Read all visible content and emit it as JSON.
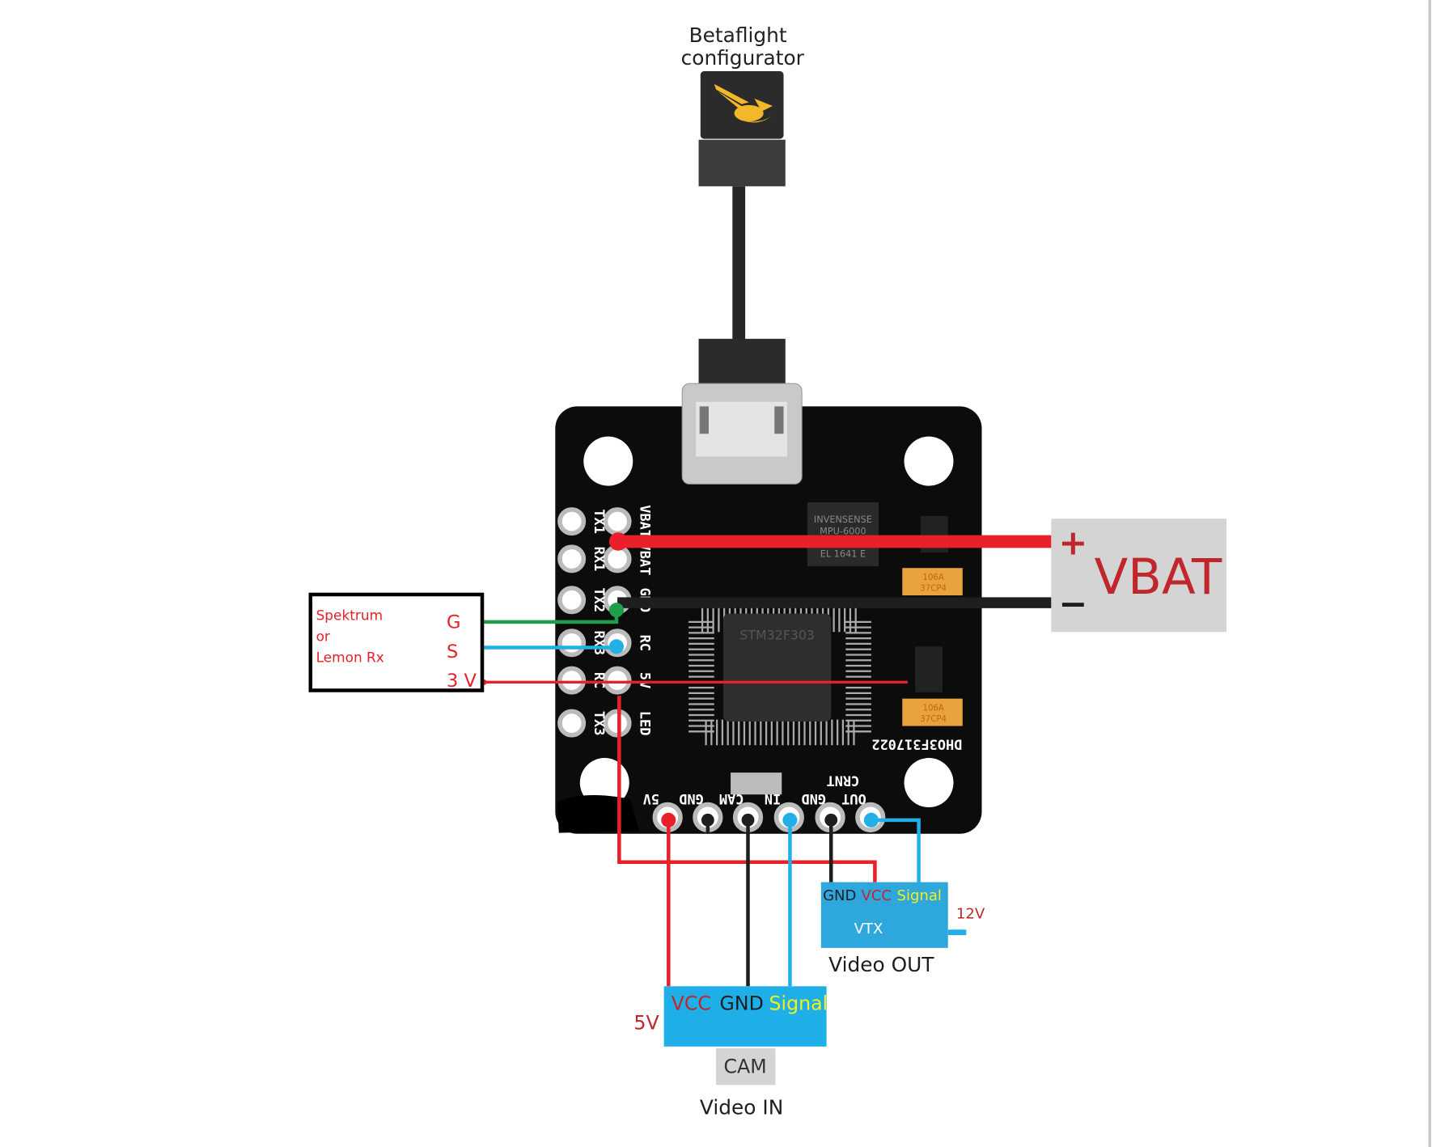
{
  "configurator": {
    "title_line1": "Betaflight",
    "title_line2": "configurator",
    "logo_icon": "bee-logo-icon"
  },
  "battery": {
    "label": "VBAT",
    "plus": "+",
    "minus": "−"
  },
  "receiver": {
    "name_line1": "Spektrum",
    "name_line2": "or",
    "name_line3": "Lemon Rx",
    "pin_g": "G",
    "pin_s": "S",
    "pin_3v": "3 V"
  },
  "board": {
    "left_outer_labels": [
      "TX1",
      "RX1",
      "TX2",
      "RX3",
      "RC",
      "TX3"
    ],
    "left_inner_labels": [
      "VBAT",
      "VBAT",
      "GND",
      "RC",
      "5V",
      "LED"
    ],
    "bottom_labels": [
      "5V",
      "GND",
      "CAM",
      "IN",
      "GND",
      "OUT"
    ],
    "imu_text": [
      "INVENSENSE",
      "MPU-6000",
      "EL 1641 E"
    ],
    "mcu_text": "STM32F303",
    "cap_text": [
      "106A",
      "37CP4"
    ],
    "serial_text": "DHO3F317022",
    "crnt_label": "CRNT"
  },
  "vtx": {
    "pin_gnd": "GND",
    "pin_vcc": "VCC",
    "pin_signal": "Signal",
    "name": "VTX",
    "voltage": "12V",
    "caption": "Video OUT"
  },
  "camera": {
    "pin_vcc": "VCC",
    "pin_gnd": "GND",
    "pin_signal": "Signal",
    "voltage": "5V",
    "name": "CAM",
    "caption": "Video IN"
  },
  "colors": {
    "wire_red": "#e8202a",
    "wire_black": "#1e1e1e",
    "wire_green": "#1e9e48",
    "wire_blue": "#22aee6",
    "vtx_box": "#2ea8dc",
    "cam_box": "#1eaee8",
    "label_red": "#c0272d",
    "signal_yellow": "#f5ef1a"
  }
}
